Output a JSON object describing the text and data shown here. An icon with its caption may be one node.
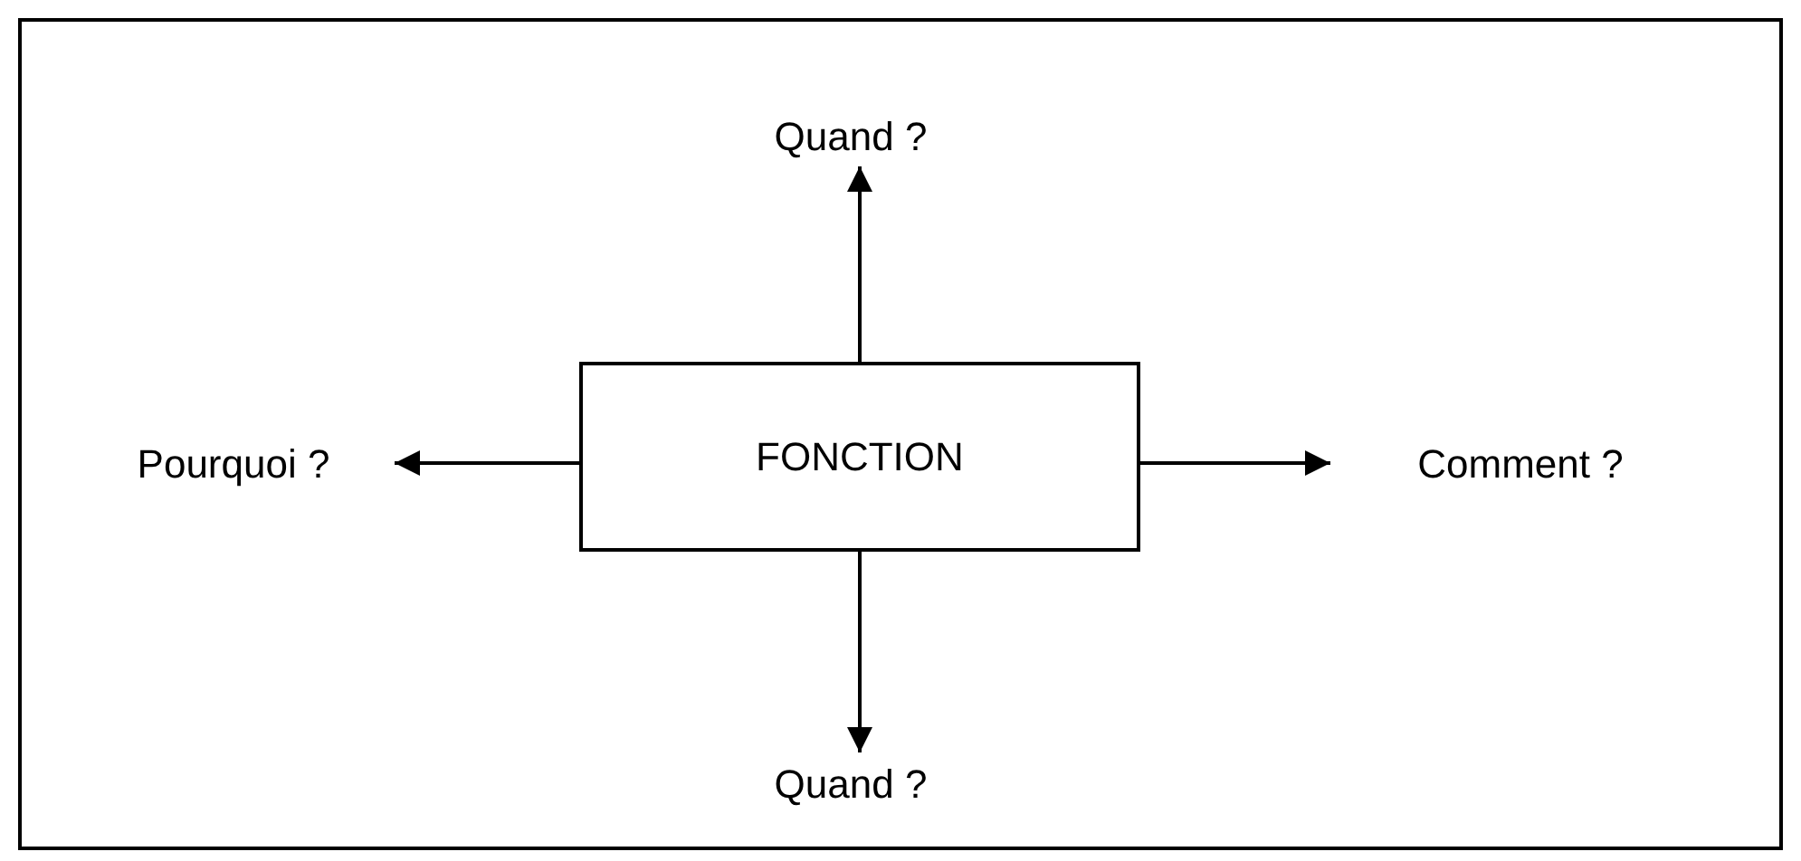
{
  "diagram": {
    "nodes": [
      {
        "text": [
          "FONCTION"
        ]
      },
      {
        "text": [
          "Quand ?"
        ]
      },
      {
        "text": [
          "Pourquoi ?"
        ]
      },
      {
        "text": [
          "Comment ?"
        ]
      },
      {
        "text": [
          "Quand ?"
        ]
      }
    ],
    "edges": [
      {
        "from": 0,
        "to": 1,
        "arrow": "to"
      },
      {
        "from": 0,
        "to": 2,
        "arrow": "to"
      },
      {
        "from": 0,
        "to": 3,
        "arrow": "to"
      },
      {
        "from": 0,
        "to": 4,
        "arrow": "to"
      }
    ]
  }
}
